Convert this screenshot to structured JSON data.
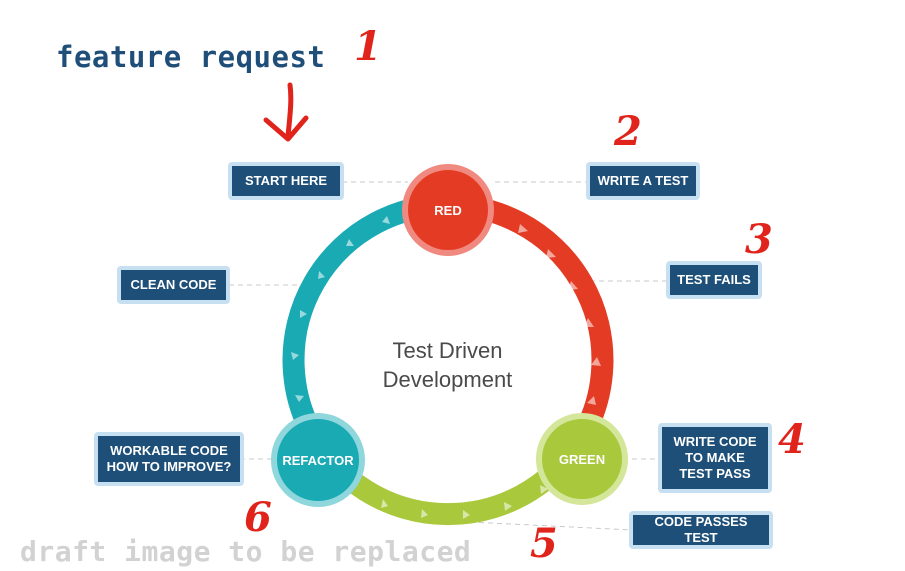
{
  "title": "feature request",
  "watermark": "draft image to be replaced",
  "center": {
    "line1": "Test Driven",
    "line2": "Development"
  },
  "nodes": {
    "red": "RED",
    "green": "GREEN",
    "refactor": "REFACTOR"
  },
  "labels": {
    "start_here": "START HERE",
    "write_test": "WRITE A TEST",
    "test_fails": "TEST FAILS",
    "write_code": "WRITE CODE\nTO MAKE\nTEST PASS",
    "code_passes": "CODE PASSES TEST",
    "workable_code": "WORKABLE CODE\nHOW TO IMPROVE?",
    "clean_code": "CLEAN CODE"
  },
  "steps": [
    "1",
    "2",
    "3",
    "4",
    "5",
    "6"
  ],
  "colors": {
    "red": "#e43b24",
    "green": "#a9c83c",
    "teal": "#19aab4",
    "label_bg": "#1d4f78",
    "label_border": "#c6e0f2",
    "title": "#1f4e79",
    "handwriting": "#e0241b"
  },
  "icons": {
    "step1_arrow": "down-arrow-icon"
  }
}
